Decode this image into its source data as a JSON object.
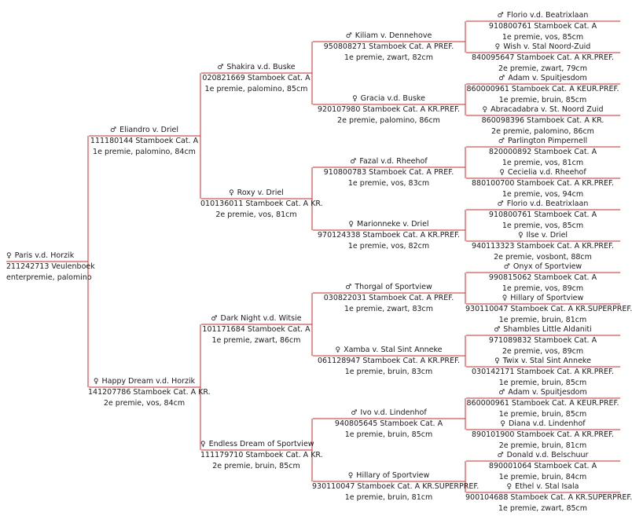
{
  "pedigree": {
    "subject": {
      "sex": "♀",
      "name": "Paris v.d. Horzik",
      "lines": [
        "211242713 Veulenboek",
        "enterpremie, palomino"
      ]
    },
    "sire": {
      "sex": "♂",
      "name": "Eliandro v. Driel",
      "lines": [
        "111180144 Stamboek Cat. A",
        "1e premie, palomino, 84cm"
      ]
    },
    "dam": {
      "sex": "♀",
      "name": "Happy Dream v.d. Horzik",
      "lines": [
        "141207786 Stamboek Cat. A KR.",
        "2e premie, vos, 84cm"
      ]
    },
    "gen3": [
      {
        "sex": "♂",
        "name": "Shakira v.d. Buske",
        "lines": [
          "020821669 Stamboek Cat. A",
          "1e premie, palomino, 85cm"
        ]
      },
      {
        "sex": "♀",
        "name": "Roxy v. Driel",
        "lines": [
          "010136011 Stamboek Cat. A KR.",
          "2e premie, vos, 81cm"
        ]
      },
      {
        "sex": "♂",
        "name": "Dark Night v.d. Witsie",
        "lines": [
          "101171684 Stamboek Cat. A",
          "1e premie, zwart, 86cm"
        ]
      },
      {
        "sex": "♀",
        "name": "Endless Dream of Sportview",
        "lines": [
          "111179710 Stamboek Cat. A KR.",
          "2e premie, bruin, 85cm"
        ]
      }
    ],
    "gen4": [
      {
        "sex": "♂",
        "name": "Kiliam v. Dennehove",
        "lines": [
          "950808271 Stamboek Cat. A PREF.",
          "1e premie, zwart, 82cm"
        ]
      },
      {
        "sex": "♀",
        "name": "Gracia v.d. Buske",
        "lines": [
          "920107980 Stamboek Cat. A KR.PREF.",
          "2e premie, palomino, 86cm"
        ]
      },
      {
        "sex": "♂",
        "name": "Fazal v.d. Rheehof",
        "lines": [
          "910800783 Stamboek Cat. A PREF.",
          "1e premie, vos, 83cm"
        ]
      },
      {
        "sex": "♀",
        "name": "Marionneke v. Driel",
        "lines": [
          "970124338 Stamboek Cat. A KR.PREF.",
          "1e premie, vos, 82cm"
        ]
      },
      {
        "sex": "♂",
        "name": "Thorgal of Sportview",
        "lines": [
          "030822031 Stamboek Cat. A PREF.",
          "1e premie, zwart, 83cm"
        ]
      },
      {
        "sex": "♀",
        "name": "Xamba v. Stal Sint Anneke",
        "lines": [
          "061128947 Stamboek Cat. A KR.PREF.",
          "1e premie, bruin, 83cm"
        ]
      },
      {
        "sex": "♂",
        "name": "Ivo v.d. Lindenhof",
        "lines": [
          "940805645 Stamboek Cat. A",
          "1e premie, bruin, 85cm"
        ]
      },
      {
        "sex": "♀",
        "name": "Hillary of Sportview",
        "lines": [
          "930110047 Stamboek Cat. A KR.SUPERPREF.",
          "1e premie, bruin, 81cm"
        ]
      }
    ],
    "gen5": [
      {
        "sex": "♂",
        "name": "Florio v.d. Beatrixlaan",
        "lines": [
          "910800761 Stamboek Cat. A",
          "1e premie, vos, 85cm"
        ]
      },
      {
        "sex": "♀",
        "name": "Wish v. Stal Noord-Zuid",
        "lines": [
          "840095647 Stamboek Cat. A KR.PREF.",
          "2e premie, zwart, 79cm"
        ]
      },
      {
        "sex": "♂",
        "name": "Adam v. Spuitjesdom",
        "lines": [
          "860000961 Stamboek Cat. A KEUR.PREF.",
          "1e premie, bruin, 85cm"
        ]
      },
      {
        "sex": "♀",
        "name": "Abracadabra v. St. Noord Zuid",
        "lines": [
          "860098396 Stamboek Cat. A KR.",
          "2e premie, palomino, 86cm"
        ]
      },
      {
        "sex": "♂",
        "name": "Parlington Pimpernell",
        "lines": [
          "820000892 Stamboek Cat. A",
          "1e premie, vos, 81cm"
        ]
      },
      {
        "sex": "♀",
        "name": "Cecielia v.d. Rheehof",
        "lines": [
          "880100700 Stamboek Cat. A KR.PREF.",
          "1e premie, vos, 94cm"
        ]
      },
      {
        "sex": "♂",
        "name": "Florio v.d. Beatrixlaan",
        "lines": [
          "910800761 Stamboek Cat. A",
          "1e premie, vos, 85cm"
        ]
      },
      {
        "sex": "♀",
        "name": "Ilse v. Driel",
        "lines": [
          "940113323 Stamboek Cat. A KR.PREF.",
          "2e premie, vosbont, 88cm"
        ]
      },
      {
        "sex": "♂",
        "name": "Onyx of Sportview",
        "lines": [
          "990815062 Stamboek Cat. A",
          "1e premie, vos, 89cm"
        ]
      },
      {
        "sex": "♀",
        "name": "Hillary of Sportview",
        "lines": [
          "930110047 Stamboek Cat. A KR.SUPERPREF.",
          "1e premie, bruin, 81cm"
        ]
      },
      {
        "sex": "♂",
        "name": "Shambles Little Aldaniti",
        "lines": [
          "971089832 Stamboek Cat. A",
          "2e premie, vos, 89cm"
        ]
      },
      {
        "sex": "♀",
        "name": "Twix v. Stal Sint Anneke",
        "lines": [
          "030142171 Stamboek Cat. A KR.PREF.",
          "1e premie, bruin, 85cm"
        ]
      },
      {
        "sex": "♂",
        "name": "Adam v. Spuitjesdom",
        "lines": [
          "860000961 Stamboek Cat. A KEUR.PREF.",
          "1e premie, bruin, 85cm"
        ]
      },
      {
        "sex": "♀",
        "name": "Diana v.d. Lindenhof",
        "lines": [
          "890101900 Stamboek Cat. A KR.PREF.",
          "2e premie, bruin, 81cm"
        ]
      },
      {
        "sex": "♂",
        "name": "Donald v.d. Belschuur",
        "lines": [
          "890001064 Stamboek Cat. A",
          "1e premie, bruin, 84cm"
        ]
      },
      {
        "sex": "♀",
        "name": "Ethel v. Stal Isala",
        "lines": [
          "900104688 Stamboek Cat. A KR.SUPERPREF.",
          "1e premie, zwart, 85cm"
        ]
      }
    ]
  },
  "colors": {
    "line": "#cc2b2b",
    "text": "#1a1a1a"
  }
}
